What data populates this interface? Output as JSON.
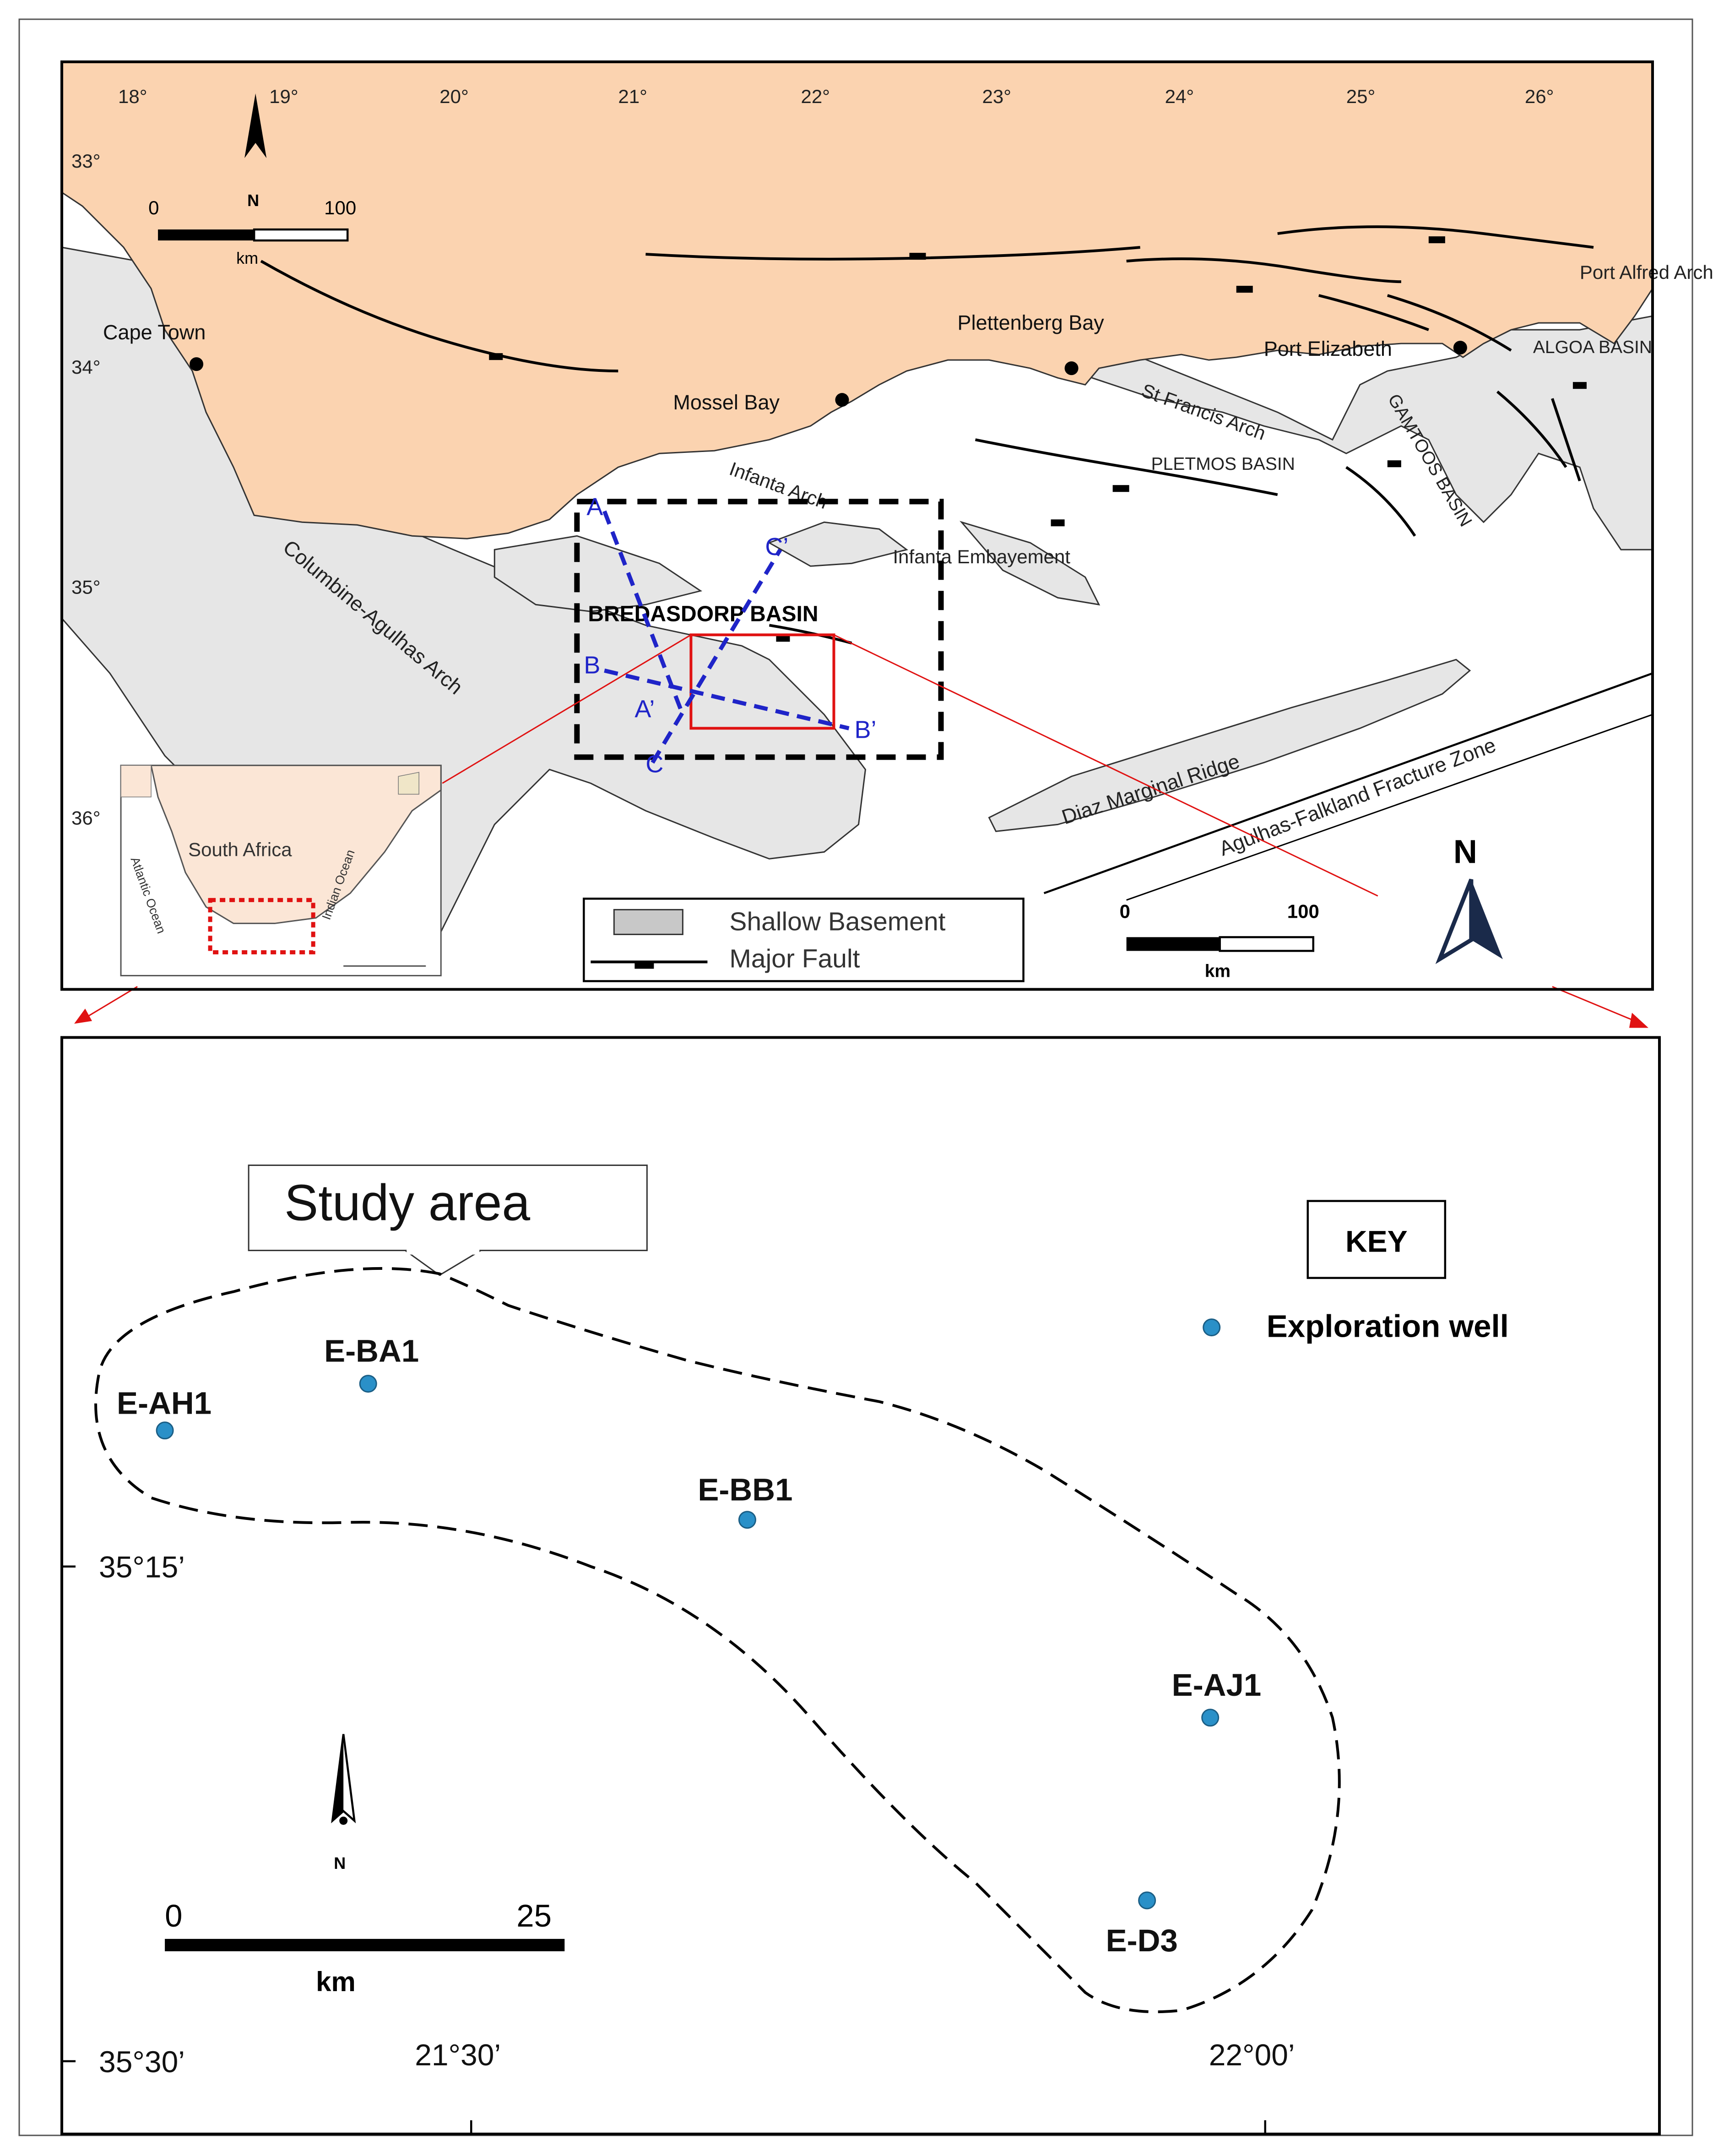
{
  "colors": {
    "land": "#fbd3b0",
    "shallow_basement": "#e6e6e6",
    "ocean": "#ffffff",
    "fault": "#000000",
    "section_lines": "#1f24c8",
    "study_box": "#e01212",
    "well_marker": "#2a90c8",
    "label_text": "#222222"
  },
  "regional_map": {
    "longitude_labels": [
      "18°",
      "19°",
      "20°",
      "21°",
      "22°",
      "23°",
      "24°",
      "25°",
      "26°"
    ],
    "latitude_labels": [
      "33°",
      "34°",
      "35°",
      "36°"
    ],
    "towns": [
      {
        "name": "Cape Town"
      },
      {
        "name": "Mossel Bay"
      },
      {
        "name": "Plettenberg Bay"
      },
      {
        "name": "Port Elizabeth"
      }
    ],
    "features": {
      "port_alfred_arch": "Port Alfred Arch",
      "algoa_basin": "ALGOA BASIN",
      "st_francis_arch": "St Francis Arch",
      "gamtoos_basin": "GAMTOOS BASIN",
      "pletmos_basin": "PLETMOS BASIN",
      "infanta_arch": "Infanta Arch",
      "infanta_embayement": "Infanta Embayement",
      "bredasdorp_basin": "BREDASDORP BASIN",
      "columbine_agulhas_arch": "Columbine-Agulhas Arch",
      "diaz_marginal_ridge": "Diaz Marginal Ridge",
      "agulhas_falkland": "Agulhas-Falkland Fracture Zone"
    },
    "section_labels": [
      "A",
      "A’",
      "B",
      "B’",
      "C",
      "C’"
    ],
    "scale_bar_1": {
      "start": "0",
      "end": "100",
      "unit": "km",
      "north": "N"
    },
    "scale_bar_2": {
      "start": "0",
      "end": "100",
      "unit": "km"
    },
    "north_arrow": "N",
    "legend": {
      "shallow_basement": "Shallow Basement",
      "major_fault": "Major Fault"
    },
    "inset": {
      "country": "South Africa",
      "atlantic": "Atlantic Ocean",
      "indian": "Indian Ocean"
    }
  },
  "study_map": {
    "callout": "Study area",
    "key_title": "KEY",
    "key_label": "Exploration well",
    "wells": [
      "E-AH1",
      "E-BA1",
      "E-BB1",
      "E-AJ1",
      "E-D3"
    ],
    "lat_labels": [
      "35°15’",
      "35°30’"
    ],
    "lon_labels": [
      "21°30’",
      "22°00’"
    ],
    "scale": {
      "start": "0",
      "end": "25",
      "unit": "km"
    },
    "north": "N"
  }
}
